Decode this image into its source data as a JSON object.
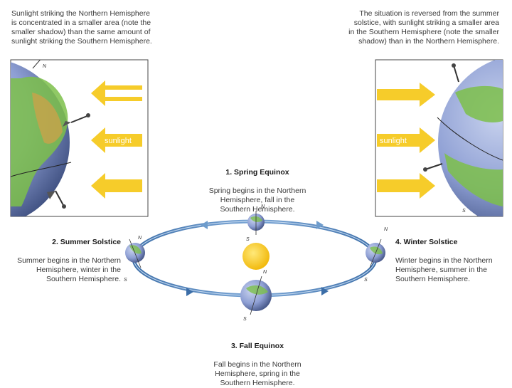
{
  "notes": {
    "left": "Sunlight striking the Northern Hemisphere\nis concentrated in a smaller area (note the\nsmaller shadow) than the same amount of\nsunlight striking the Southern Hemisphere.",
    "right": "The situation is reversed from the summer\nsolstice, with sunlight striking a smaller area\nin the Southern Hemisphere (note the smaller\nshadow) than in the Northern Hemisphere."
  },
  "panels": {
    "left_sun_label": "sunlight",
    "right_sun_label": "sunlight"
  },
  "poles": {
    "north": "N",
    "south": "S"
  },
  "positions": [
    {
      "title": "1. Spring Equinox",
      "body": "Spring begins in the Northern\nHemisphere, fall in the\nSouthern Hemisphere."
    },
    {
      "title": "2. Summer Solstice",
      "body": "Summer begins in the Northern\nHemisphere, winter in the\nSouthern Hemisphere."
    },
    {
      "title": "3. Fall Equinox",
      "body": "Fall begins in the Northern\nHemisphere, spring in the\nSouthern Hemisphere."
    },
    {
      "title": "4. Winter Solstice",
      "body": "Winter begins in the Northern\nHemisphere, summer in the\nSouthern Hemisphere."
    }
  ],
  "colors": {
    "arrow": "#f6cc2a",
    "orbit": "#5b8fc4",
    "sun": "#f3bf1d",
    "ocean": "#8e9fd4",
    "land": "#7cbf4a"
  }
}
